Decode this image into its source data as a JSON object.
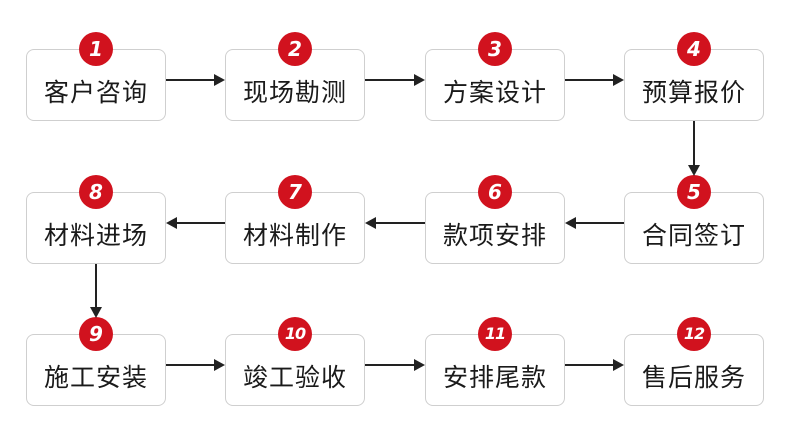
{
  "colors": {
    "badge": "#d1121e",
    "box_border": "#cfcfcf",
    "arrow": "#222222",
    "text": "#1a1a1a"
  },
  "steps": [
    {
      "number": "1",
      "label": "客户咨询"
    },
    {
      "number": "2",
      "label": "现场勘测"
    },
    {
      "number": "3",
      "label": "方案设计"
    },
    {
      "number": "4",
      "label": "预算报价"
    },
    {
      "number": "5",
      "label": "合同签订"
    },
    {
      "number": "6",
      "label": "款项安排"
    },
    {
      "number": "7",
      "label": "材料制作"
    },
    {
      "number": "8",
      "label": "材料进场"
    },
    {
      "number": "9",
      "label": "施工安装"
    },
    {
      "number": "10",
      "label": "竣工验收"
    },
    {
      "number": "11",
      "label": "安排尾款"
    },
    {
      "number": "12",
      "label": "售后服务"
    }
  ]
}
